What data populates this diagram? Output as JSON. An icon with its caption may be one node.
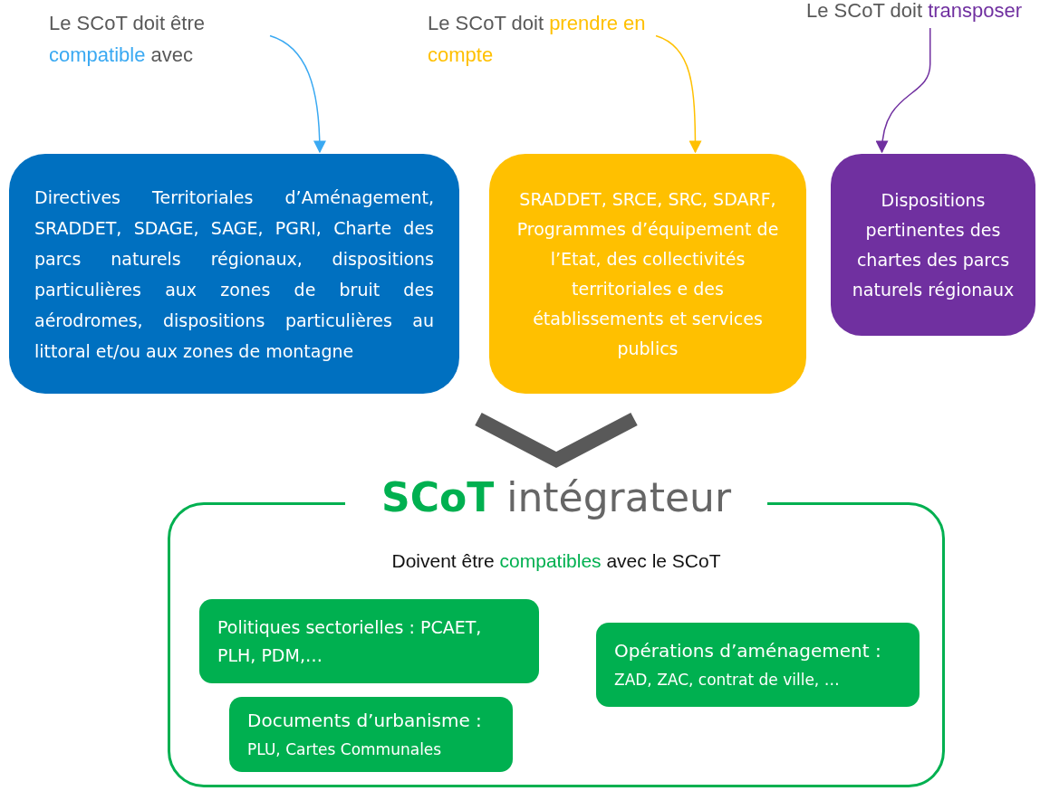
{
  "diagram": {
    "nodes": [
      {
        "text": [
          "Le SCoT doit être *compatible* avec"
        ]
      },
      {
        "text": [
          "Directives Territoriales d’Aménagement, SRADDET, SDAGE, SAGE, PGRI, Charte des parcs naturels régionaux, dispositions particulières aux zones de bruit des aérodromes, dispositions particulières au littoral et/ou aux zones de montagne"
        ]
      },
      {
        "text": [
          "Le SCoT doit *prendre en compte*"
        ]
      },
      {
        "text": [
          "SRADDET, SRCE, SRC, SDARF, Programmes d’équipement de l’Etat, des collectivités territoriales e des établissements et services publics"
        ]
      },
      {
        "text": [
          "Le SCoT doit *transposer*"
        ]
      },
      {
        "text": [
          "Dispositions pertinentes des chartes des parcs naturels régionaux"
        ]
      },
      {
        "text": [
          "**SCoT** intégrateur",
          "Doivent être *compatibles* avec le SCoT"
        ]
      },
      {
        "text": [
          "Politiques sectorielles : PCAET, PLH, PDM,…"
        ],
        "in": 6
      },
      {
        "text": [
          "Documents d’urbanisme :",
          "PLU, Cartes Communales"
        ],
        "in": 6
      },
      {
        "text": [
          "Opérations d’aménagement :",
          "ZAD, ZAC, contrat de ville, …"
        ],
        "in": 6
      }
    ],
    "edges": [
      {
        "from": 0,
        "to": 1,
        "arrow": "to",
        "color": "#3aa9f2"
      },
      {
        "from": 2,
        "to": 3,
        "arrow": "to",
        "color": "#ffc000"
      },
      {
        "from": 4,
        "to": 5,
        "arrow": "to",
        "color": "#7030a0"
      },
      {
        "from": null,
        "to": 6,
        "arrow": "to",
        "style": "thick",
        "color": "#595959"
      }
    ]
  }
}
